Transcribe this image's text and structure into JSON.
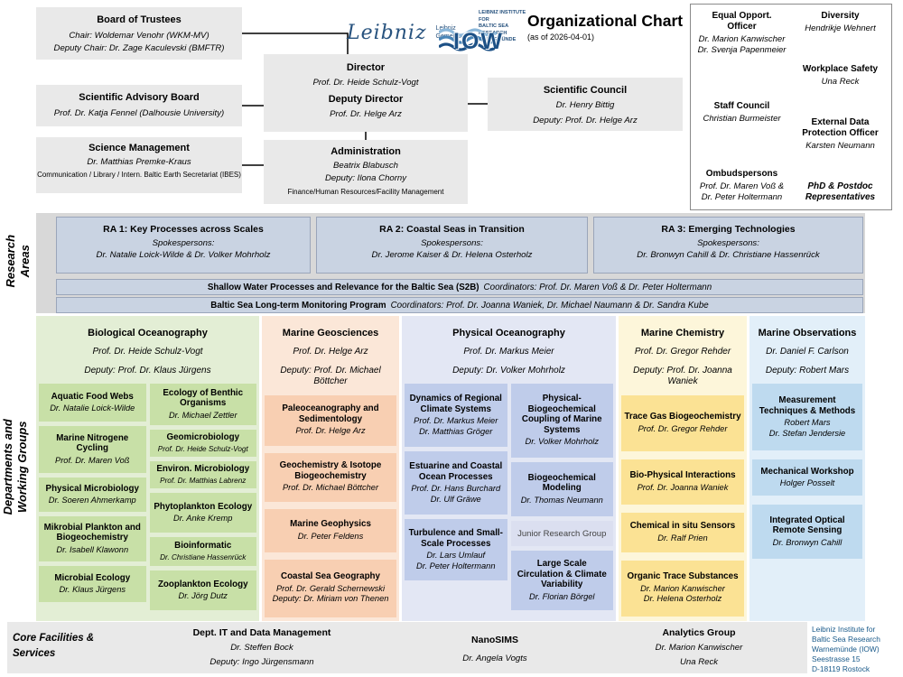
{
  "colors": {
    "gray_box": "#e9e9e9",
    "band_gray": "#d8d8d8",
    "ra_box": "#c9d3e2",
    "ra_border": "#9aa5ba",
    "bio_light": "#e3eed5",
    "bio_dark": "#c8e0a7",
    "geo_light": "#fbe7d8",
    "geo_dark": "#f8cfb2",
    "phys_light": "#e3e7f4",
    "phys_dark": "#bfccea",
    "phys_jrg": "#dbdff0",
    "chem_light": "#fdf6da",
    "chem_dark": "#fbe294",
    "obs_light": "#e2eff9",
    "obs_dark": "#bedaef",
    "address_blue": "#1a5a8a",
    "logo_blue": "#27527e"
  },
  "header": {
    "title": "Organizational Chart",
    "date_note": "(as of 2026-04-01)",
    "leibniz": {
      "script": "Leibniz",
      "caption": [
        "Leibniz",
        "Gemeinschaft"
      ]
    },
    "iow": {
      "acronym": "IOW",
      "caption": [
        "LEIBNIZ INSTITUTE FOR",
        "BALTIC SEA RESEARCH",
        "WARNEMÜNDE"
      ]
    }
  },
  "governance": {
    "board_of_trustees": {
      "title": "Board of Trustees",
      "lines": [
        "Chair: Woldemar Venohr (WKM-MV)",
        "Deputy Chair: Dr. Zage Kaculevski (BMFTR)"
      ]
    },
    "scientific_advisory_board": {
      "title": "Scientific Advisory Board",
      "name": "Prof. Dr. Katja Fennel (Dalhousie University)"
    },
    "science_management": {
      "title": "Science Management",
      "name": "Dr. Matthias Premke-Kraus",
      "detail": "Communication / Library / Intern. Baltic Earth Secretariat (IBES)"
    },
    "director": {
      "title": "Director",
      "name": "Prof. Dr. Heide Schulz-Vogt",
      "deputy_title": "Deputy Director",
      "deputy_name": "Prof. Dr. Helge Arz"
    },
    "administration": {
      "title": "Administration",
      "name": "Beatrix Blabusch",
      "deputy": "Deputy: Ilona Chorny",
      "detail": "Finance/Human Resources/Facility Management"
    },
    "scientific_council": {
      "title": "Scientific Council",
      "name": "Dr. Henry Bittig",
      "deputy": "Deputy: Prof. Dr. Helge Arz"
    }
  },
  "officers": {
    "left": [
      {
        "title": "Equal Opport. Officer",
        "names": [
          "Dr. Marion Kanwischer",
          "Dr. Svenja Papenmeier"
        ]
      },
      {
        "title": "Staff Council",
        "names": [
          "Christian Burmeister"
        ]
      },
      {
        "title": "Ombudspersons",
        "names": [
          "Prof. Dr. Maren Voß & Dr. Peter Holtermann"
        ]
      }
    ],
    "right": [
      {
        "title": "Diversity",
        "names": [
          "Hendrikje Wehnert"
        ]
      },
      {
        "title": "Workplace Safety",
        "names": [
          "Una Reck"
        ]
      },
      {
        "title": "External Data Protection Officer",
        "names": [
          "Karsten Neumann"
        ]
      },
      {
        "title": "PhD & Postdoc Representatives",
        "names": []
      }
    ]
  },
  "research": {
    "side_label": "Research Areas",
    "areas": [
      {
        "title": "RA 1: Key Processes across Scales",
        "role": "Spokespersons:",
        "names": "Dr. Natalie Loick-Wilde & Dr. Volker Mohrholz"
      },
      {
        "title": "RA 2: Coastal Seas in Transition",
        "role": "Spokespersons:",
        "names": "Dr. Jerome Kaiser & Dr. Helena Osterholz"
      },
      {
        "title": "RA 3: Emerging Technologies",
        "role": "Spokespersons:",
        "names": "Dr. Bronwyn Cahill & Dr. Christiane Hassenrück"
      }
    ],
    "programs": [
      {
        "title": "Shallow Water Processes and Relevance for the Baltic Sea (S2B)",
        "note": "Coordinators: Prof. Dr. Maren Voß & Dr. Peter Holtermann"
      },
      {
        "title": "Baltic Sea Long-term Monitoring Program",
        "note": "Coordinators: Prof. Dr. Joanna Waniek, Dr. Michael Naumann & Dr. Sandra Kube"
      }
    ]
  },
  "departments": {
    "side_label": "Departments and Working Groups",
    "bio": {
      "title": "Biological Oceanography",
      "name": "Prof. Dr. Heide Schulz-Vogt",
      "deputy": "Deputy: Prof. Dr. Klaus Jürgens",
      "left": [
        {
          "title": "Aquatic Food Webs",
          "names": [
            "Dr. Natalie Loick-Wilde"
          ]
        },
        {
          "title": "Marine Nitrogene Cycling",
          "names": [
            "Prof. Dr. Maren Voß"
          ]
        },
        {
          "title": "Physical Microbiology",
          "names": [
            "Dr. Soeren Ahmerkamp"
          ]
        },
        {
          "title": "Mikrobial Plankton and Biogeochemistry",
          "names": [
            "Dr. Isabell Klawonn"
          ]
        },
        {
          "title": "Microbial Ecology",
          "names": [
            "Dr. Klaus Jürgens"
          ]
        }
      ],
      "right": [
        {
          "title": "Ecology of Benthic Organisms",
          "names": [
            "Dr. Michael Zettler"
          ]
        },
        {
          "title": "Geomicrobiology",
          "names": [
            "Prof. Dr. Heide Schulz-Vogt"
          ]
        },
        {
          "title": "Environ. Microbiology",
          "names": [
            "Prof. Dr. Matthias Labrenz"
          ]
        },
        {
          "title": "Phytoplankton Ecology",
          "names": [
            "Dr. Anke Kremp"
          ]
        },
        {
          "title": "Bioinformatic",
          "names": [
            "Dr. Christiane Hassenrück"
          ]
        },
        {
          "title": "Zooplankton Ecology",
          "names": [
            "Dr. Jörg Dutz"
          ]
        }
      ]
    },
    "geo": {
      "title": "Marine Geosciences",
      "name": "Prof. Dr. Helge Arz",
      "deputy": "Deputy: Prof. Dr. Michael Böttcher",
      "groups": [
        {
          "title": "Paleoceanography and Sedimentology",
          "names": [
            "Prof. Dr. Helge Arz"
          ]
        },
        {
          "title": "Geochemistry & Isotope Biogeochemistry",
          "names": [
            "Prof. Dr. Michael Böttcher"
          ]
        },
        {
          "title": "Marine Geophysics",
          "names": [
            "Dr. Peter Feldens"
          ]
        },
        {
          "title": "Coastal Sea Geography",
          "names": [
            "Prof. Dr. Gerald Schernewski",
            "Deputy: Dr. Miriam von Thenen"
          ]
        }
      ]
    },
    "phys": {
      "title": "Physical Oceanography",
      "name": "Prof. Dr. Markus Meier",
      "deputy": "Deputy: Dr. Volker Mohrholz",
      "left": [
        {
          "title": "Dynamics of Regional Climate Systems",
          "names": [
            "Prof. Dr. Markus Meier",
            "Dr. Matthias Gröger"
          ]
        },
        {
          "title": "Estuarine and Coastal Ocean Processes",
          "names": [
            "Prof. Dr. Hans Burchard",
            "Dr. Ulf Gräwe"
          ]
        },
        {
          "title": "Turbulence and Small-Scale Processes",
          "names": [
            "Dr. Lars Umlauf",
            "Dr. Peter Holtermann"
          ]
        }
      ],
      "right": [
        {
          "title": "Physical-Biogeochemical Coupling of Marine Systems",
          "names": [
            "Dr. Volker Mohrholz"
          ]
        },
        {
          "title": "Biogeochemical Modeling",
          "names": [
            "Dr. Thomas Neumann"
          ]
        },
        {
          "title": "Junior Research Group",
          "names": []
        },
        {
          "title": "Large Scale Circulation & Climate Variability",
          "names": [
            "Dr. Florian Börgel"
          ]
        }
      ]
    },
    "chem": {
      "title": "Marine Chemistry",
      "name": "Prof. Dr. Gregor Rehder",
      "deputy": "Deputy: Prof. Dr. Joanna Waniek",
      "groups": [
        {
          "title": "Trace Gas Biogeochemistry",
          "names": [
            "Prof. Dr. Gregor Rehder"
          ]
        },
        {
          "title": "Bio-Physical Interactions",
          "names": [
            "Prof. Dr. Joanna Waniek"
          ]
        },
        {
          "title": "Chemical in situ Sensors",
          "names": [
            "Dr. Ralf Prien"
          ]
        },
        {
          "title": "Organic Trace Substances",
          "names": [
            "Dr. Marion Kanwischer",
            "Dr. Helena Osterholz"
          ]
        }
      ]
    },
    "obs": {
      "title": "Marine Observations",
      "name": "Dr. Daniel F. Carlson",
      "deputy": "Deputy: Robert Mars",
      "groups": [
        {
          "title": "Measurement Techniques & Methods",
          "names": [
            "Robert Mars",
            "Dr. Stefan Jendersie"
          ]
        },
        {
          "title": "Mechanical Workshop",
          "names": [
            "Holger Posselt"
          ]
        },
        {
          "title": "Integrated Optical Remote Sensing",
          "names": [
            "Dr. Bronwyn Cahill"
          ]
        }
      ]
    }
  },
  "core": {
    "side_label": "Core Facilities & Services",
    "items": [
      {
        "title": "Dept. IT and Data Management",
        "names": [
          "Dr. Steffen Bock",
          "Deputy: Ingo Jürgensmann"
        ]
      },
      {
        "title": "NanoSIMS",
        "names": [
          "Dr. Angela Vogts"
        ]
      },
      {
        "title": "Analytics Group",
        "names": [
          "Dr. Marion Kanwischer",
          "Una Reck"
        ]
      }
    ]
  },
  "address": [
    "Leibniz Institute for",
    "Baltic Sea Research",
    "Warnemünde (IOW)",
    "Seestrasse 15",
    "D-18119 Rostock"
  ]
}
